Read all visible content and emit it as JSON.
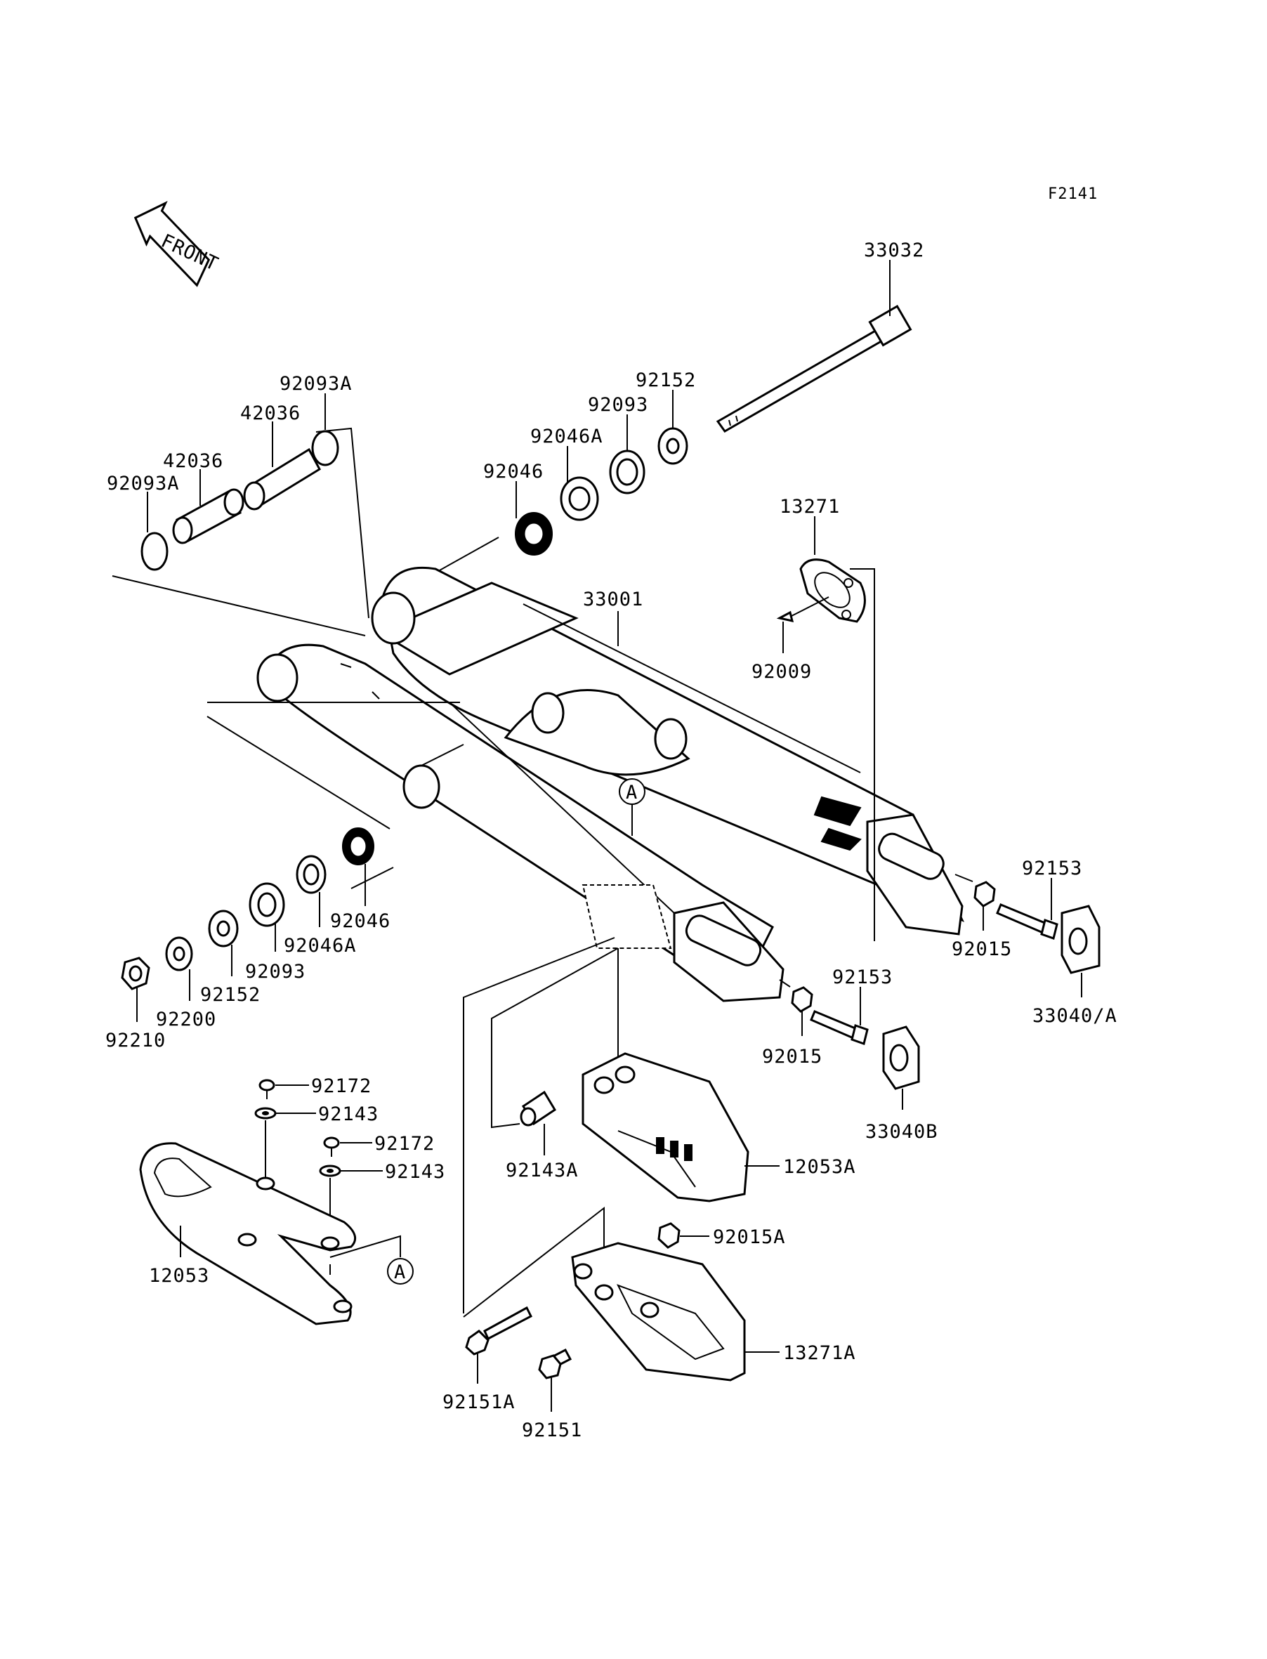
{
  "figure_code": "F2141",
  "front_label": "FRONT",
  "callout_letter": "A",
  "parts": {
    "p33032": "33032",
    "p92152_top": "92152",
    "p92093_top": "92093",
    "p92046A_top": "92046A",
    "p92046_top": "92046",
    "p92093A_top": "92093A",
    "p42036_top": "42036",
    "p42036_left": "42036",
    "p92093A_left": "92093A",
    "p13271": "13271",
    "p92009": "92009",
    "p33001": "33001",
    "p92046_bottom": "92046",
    "p92046A_bottom": "92046A",
    "p92093_bottom": "92093",
    "p92152_bottom": "92152",
    "p92200": "92200",
    "p92210": "92210",
    "p92153_right": "92153",
    "p92015_right": "92015",
    "p33040A": "33040/A",
    "p92153_mid": "92153",
    "p92015_mid": "92015",
    "p33040B": "33040B",
    "p92172_a": "92172",
    "p92143_a": "92143",
    "p92172_b": "92172",
    "p92143_b": "92143",
    "p12053": "12053",
    "p92143A": "92143A",
    "p12053A": "12053A",
    "p92015A": "92015A",
    "p13271A": "13271A",
    "p92151A": "92151A",
    "p92151": "92151"
  }
}
